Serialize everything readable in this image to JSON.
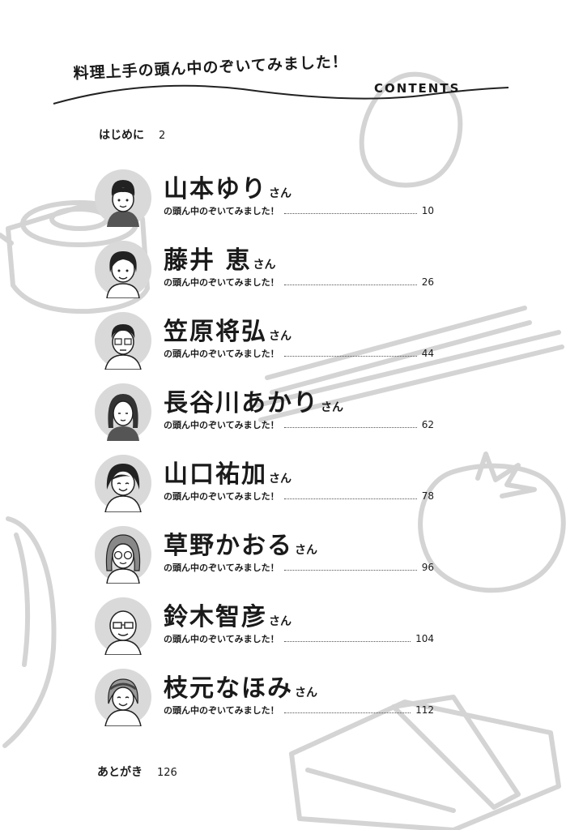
{
  "header": {
    "title": "料理上手の頭ん中のぞいてみました！",
    "contents_label": "CONTENTS"
  },
  "intro": {
    "label": "はじめに",
    "page": "2"
  },
  "subtitle": "の頭ん中のぞいてみました！",
  "honorific": "さん",
  "entries": [
    {
      "name": "山本ゆり",
      "page": "10"
    },
    {
      "name": "藤井 恵",
      "page": "26"
    },
    {
      "name": "笠原将弘",
      "page": "44"
    },
    {
      "name": "長谷川あかり",
      "page": "62"
    },
    {
      "name": "山口祐加",
      "page": "78"
    },
    {
      "name": "草野かおる",
      "page": "96"
    },
    {
      "name": "鈴木智彦",
      "page": "104"
    },
    {
      "name": "枝元なほみ",
      "page": "112"
    }
  ],
  "outro": {
    "label": "あとがき",
    "page": "126"
  }
}
